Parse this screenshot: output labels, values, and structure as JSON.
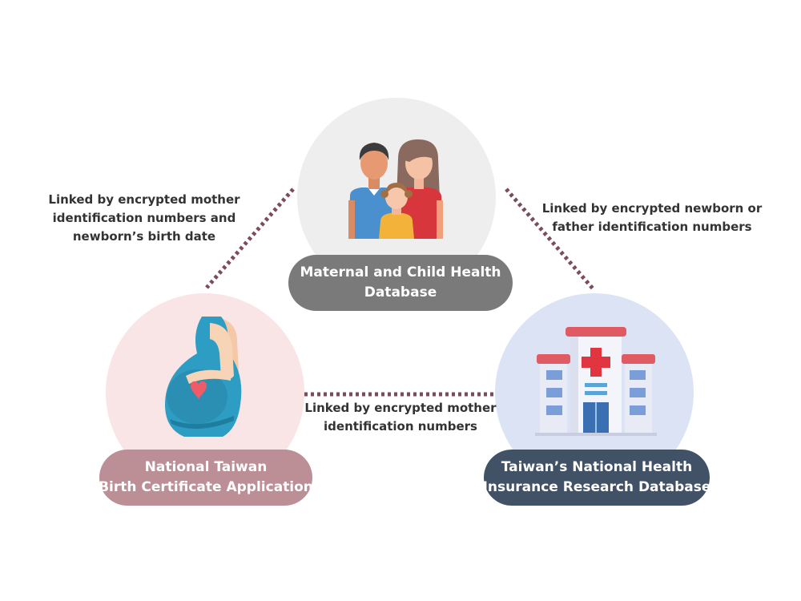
{
  "nodes": {
    "maternal_child": {
      "line1": "Maternal and Child Health",
      "line2": "Database",
      "icon": "family-icon",
      "circle_color": "#eeeeee",
      "pill_color": "#7a7a7a"
    },
    "birth_certificate": {
      "line1": "National Taiwan",
      "line2": "Birth Certificate Application",
      "icon": "pregnant-woman-icon",
      "circle_color": "#f9e4e6",
      "pill_color": "#bb8f95"
    },
    "nhird": {
      "line1": "Taiwan’s National Health",
      "line2": "Insurance Research Database",
      "icon": "hospital-icon",
      "circle_color": "#dbe3f4",
      "pill_color": "#415266"
    }
  },
  "links": {
    "left": {
      "line1": "Linked by encrypted mother",
      "line2": "identification numbers and",
      "line3": "newborn’s birth date"
    },
    "right": {
      "line1": "Linked by encrypted newborn or",
      "line2": "father identification numbers"
    },
    "bottom": {
      "line1": "Linked by encrypted mother",
      "line2": "identification numbers"
    },
    "line_color": "#7d4c5c"
  }
}
